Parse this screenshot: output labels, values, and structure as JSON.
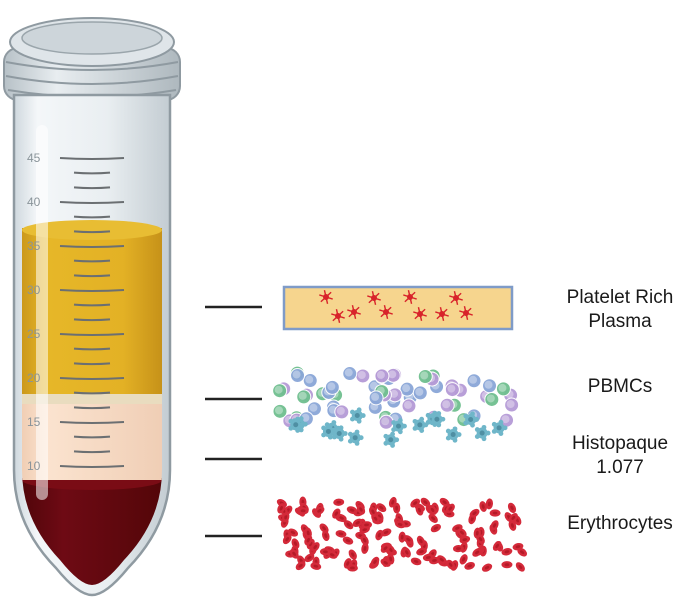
{
  "tube": {
    "scale_marks": [
      "45",
      "40",
      "35",
      "30",
      "25",
      "20",
      "15",
      "10"
    ],
    "colors": {
      "plasma": "#e2b11f",
      "plasma_dark": "#c4901a",
      "histopaque": "#f9dcc4",
      "interface": "#e7dcc0",
      "blood": "#6b0912",
      "glass": "#e8eef2",
      "cap": "#d9dfe3"
    }
  },
  "layers": [
    {
      "id": "prp",
      "line1": "Platelet Rich",
      "line2": "Plasma"
    },
    {
      "id": "pbmc",
      "line1": "PBMCs",
      "line2": ""
    },
    {
      "id": "histopaque",
      "line1": "Histopaque",
      "line2": "1.077"
    },
    {
      "id": "erythrocytes",
      "line1": "Erythrocytes",
      "line2": ""
    }
  ],
  "cell_colors": {
    "platelet": "#d8232a",
    "prp_box": "#f6d58e",
    "prp_border": "#7f9bc8",
    "lymph_blue": "#8aa6d8",
    "lymph_purple": "#b59ad6",
    "lymph_green": "#6fbf8f",
    "monocyte": "#6fb6c9",
    "rbc": "#d42a3a"
  }
}
